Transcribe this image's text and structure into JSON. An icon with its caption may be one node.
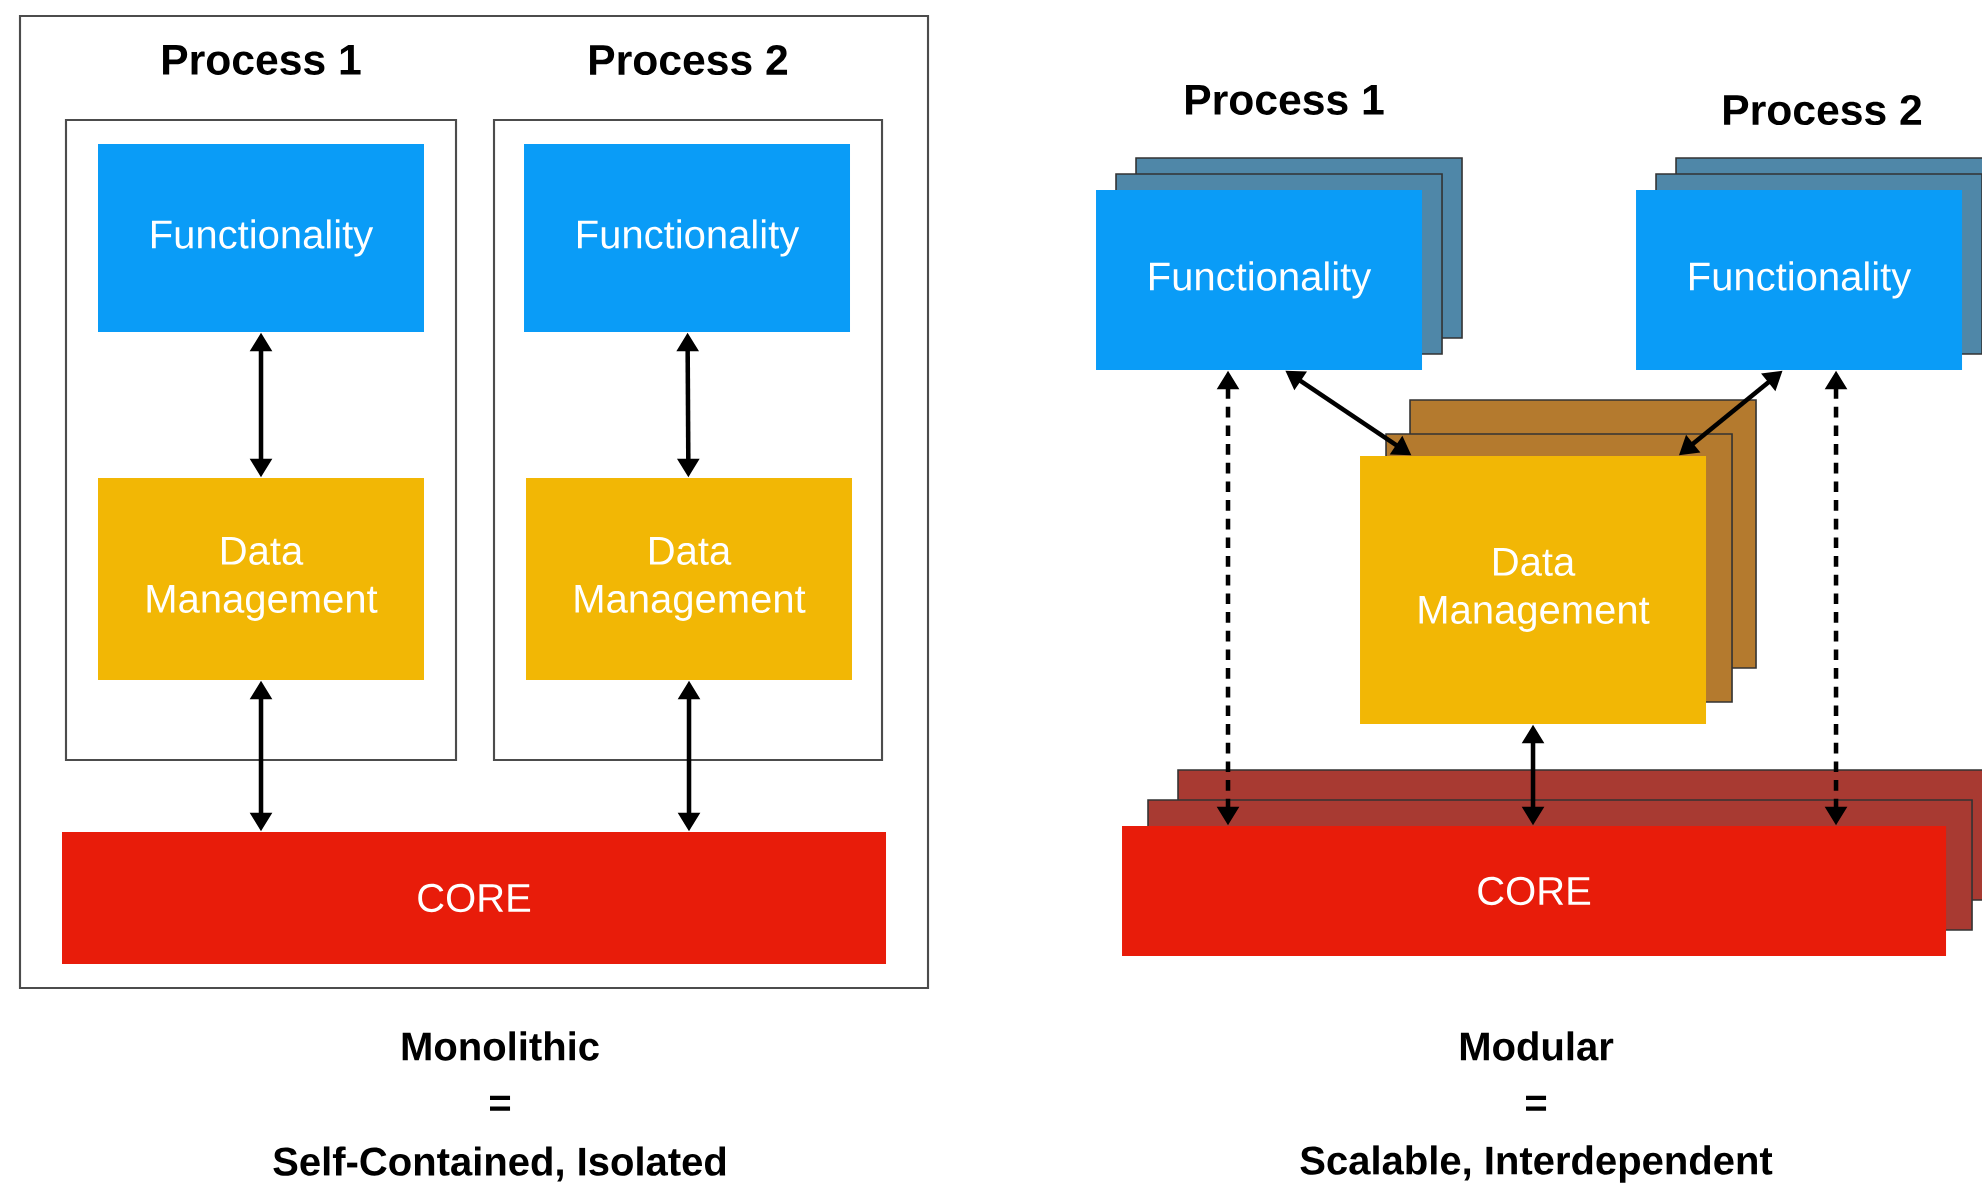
{
  "diagram": {
    "nodes": [
      {
        "text": [],
        "shape": "box"
      },
      {
        "text": [
          "Process 1"
        ],
        "in": 0
      },
      {
        "text": [
          "Functionality"
        ],
        "in": 1
      },
      {
        "text": [
          "Data Management"
        ],
        "in": 1
      },
      {
        "text": [
          "Process 2"
        ],
        "in": 0
      },
      {
        "text": [
          "Functionality"
        ],
        "in": 4
      },
      {
        "text": [
          "Data Management"
        ],
        "in": 4
      },
      {
        "text": [
          "CORE"
        ],
        "in": 0
      },
      {
        "text": [
          "Functionality"
        ],
        "beside": [
          "Process 1"
        ]
      },
      {
        "text": [
          "Functionality"
        ],
        "beside": [
          "Process 2"
        ]
      },
      {
        "text": [
          "Data Management"
        ]
      },
      {
        "text": [
          "CORE"
        ]
      }
    ],
    "edges": [
      {
        "from": 2,
        "to": 3,
        "arrow": "both"
      },
      {
        "from": 3,
        "to": 7,
        "arrow": "both"
      },
      {
        "from": 5,
        "to": 6,
        "arrow": "both"
      },
      {
        "from": 6,
        "to": 7,
        "arrow": "both"
      },
      {
        "from": 8,
        "to": 10,
        "arrow": "both"
      },
      {
        "from": 9,
        "to": 10,
        "arrow": "both"
      },
      {
        "from": 10,
        "to": 11,
        "arrow": "both"
      },
      {
        "from": 8,
        "to": 11,
        "arrow": "both",
        "style": "dashed"
      },
      {
        "from": 9,
        "to": 11,
        "arrow": "both",
        "style": "dashed"
      }
    ],
    "labels": [
      "Monolithic",
      "=",
      "Self-Contained, Isolated",
      "Modular",
      "=",
      "Scalable, Interdependent"
    ]
  }
}
